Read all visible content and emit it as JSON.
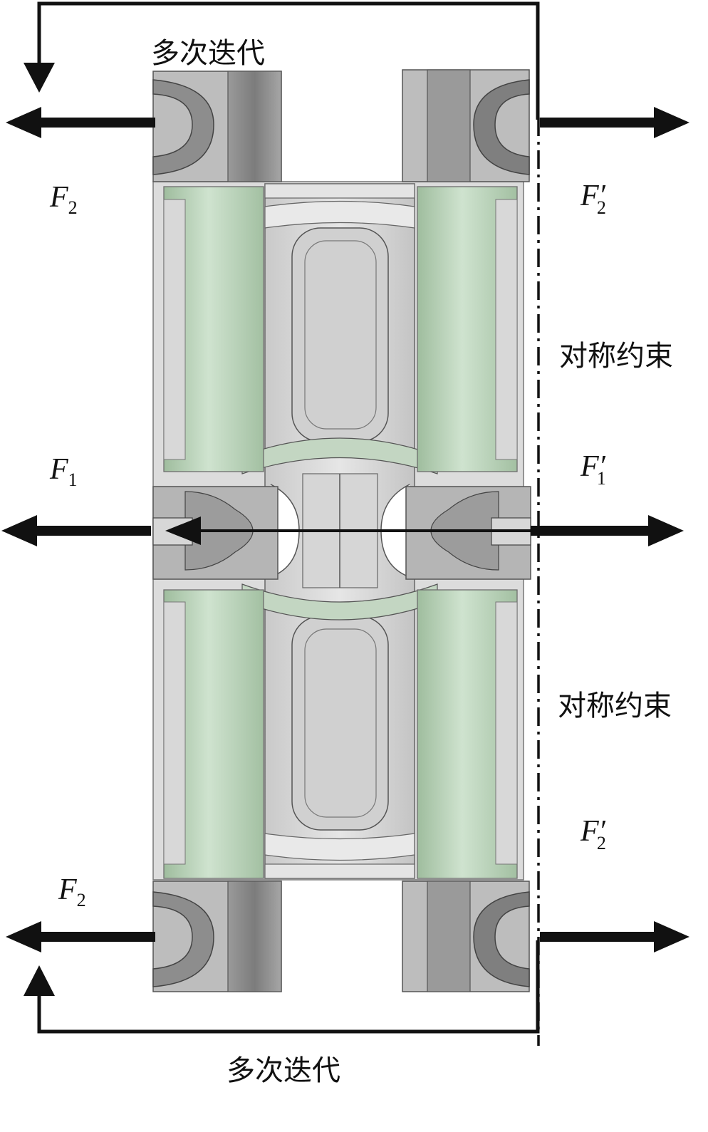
{
  "labels": {
    "iterate_top": "多次迭代",
    "iterate_bottom": "多次迭代",
    "symmetric_1": "对称约束",
    "symmetric_2": "对称约束"
  },
  "forces": {
    "f2_top_left": {
      "symbol": "F",
      "sub": "2",
      "prime": ""
    },
    "f2_top_right": {
      "symbol": "F",
      "sub": "2",
      "prime": "′"
    },
    "f1_left": {
      "symbol": "F",
      "sub": "1",
      "prime": ""
    },
    "f1_right": {
      "symbol": "F",
      "sub": "1",
      "prime": "′"
    },
    "f2_bot_right": {
      "symbol": "F",
      "sub": "2",
      "prime": "′"
    },
    "f2_bot_left": {
      "symbol": "F",
      "sub": "2",
      "prime": ""
    }
  },
  "colors": {
    "rubber_green": "#a9c7a8",
    "metal_light": "#d9d9d9",
    "metal_mid": "#b8b8b8",
    "metal_dark": "#8a8a8a",
    "line": "#111111"
  }
}
